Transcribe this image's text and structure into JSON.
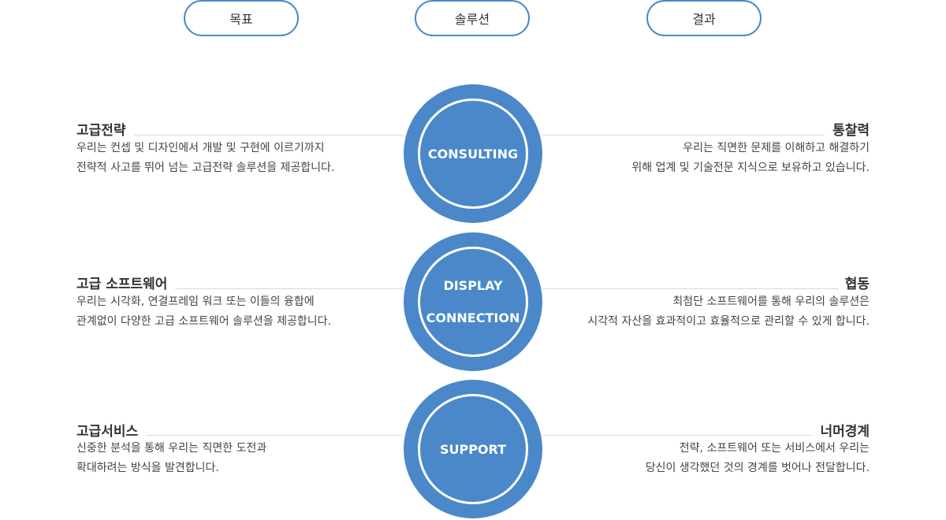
{
  "headers": [
    "목표",
    "솔루션",
    "결과"
  ],
  "colors": {
    "accent": "#4a88c9",
    "line": "#d9d9d9",
    "text": "#333333"
  },
  "rows": [
    {
      "circle": [
        "CONSULTING"
      ],
      "left": {
        "title": "고급전략",
        "lines": [
          "우리는 컨셉 및 디자인에서 개발 및 구현에 이르기까지",
          "전략적 사고를 뛰어 넘는 고급전략 솔루션을 제공합니다."
        ]
      },
      "right": {
        "title": "통찰력",
        "lines": [
          "우리는 직면한 문제를 이해하고 해결하기",
          "위해 업계 및 기술전문 지식으로 보유하고 있습니다."
        ]
      }
    },
    {
      "circle": [
        "DISPLAY",
        "CONNECTION"
      ],
      "left": {
        "title": "고급 소프트웨어",
        "lines": [
          "우리는 시각화, 연결프레임 워크 또는 이들의 융합에",
          "관계없이 다양한 고급 소프트웨어 솔루션을 제공합니다."
        ]
      },
      "right": {
        "title": "협동",
        "lines": [
          "최첨단 소프트웨어를 통해 우리의 솔루션은",
          "시각적 자산을 효과적이고 효율적으로 관리할 수 있게 합니다."
        ]
      }
    },
    {
      "circle": [
        "SUPPORT"
      ],
      "left": {
        "title": "고급서비스",
        "lines": [
          "신중한 분석을 통해 우리는 직면한 도전과",
          "확대하려는 방식을 발견합니다."
        ]
      },
      "right": {
        "title": "너머경계",
        "lines": [
          "전략, 소프트웨어 또는 서비스에서 우리는",
          "당신이 생각했던 것의 경계를 벗어나 전달합니다."
        ]
      }
    }
  ]
}
